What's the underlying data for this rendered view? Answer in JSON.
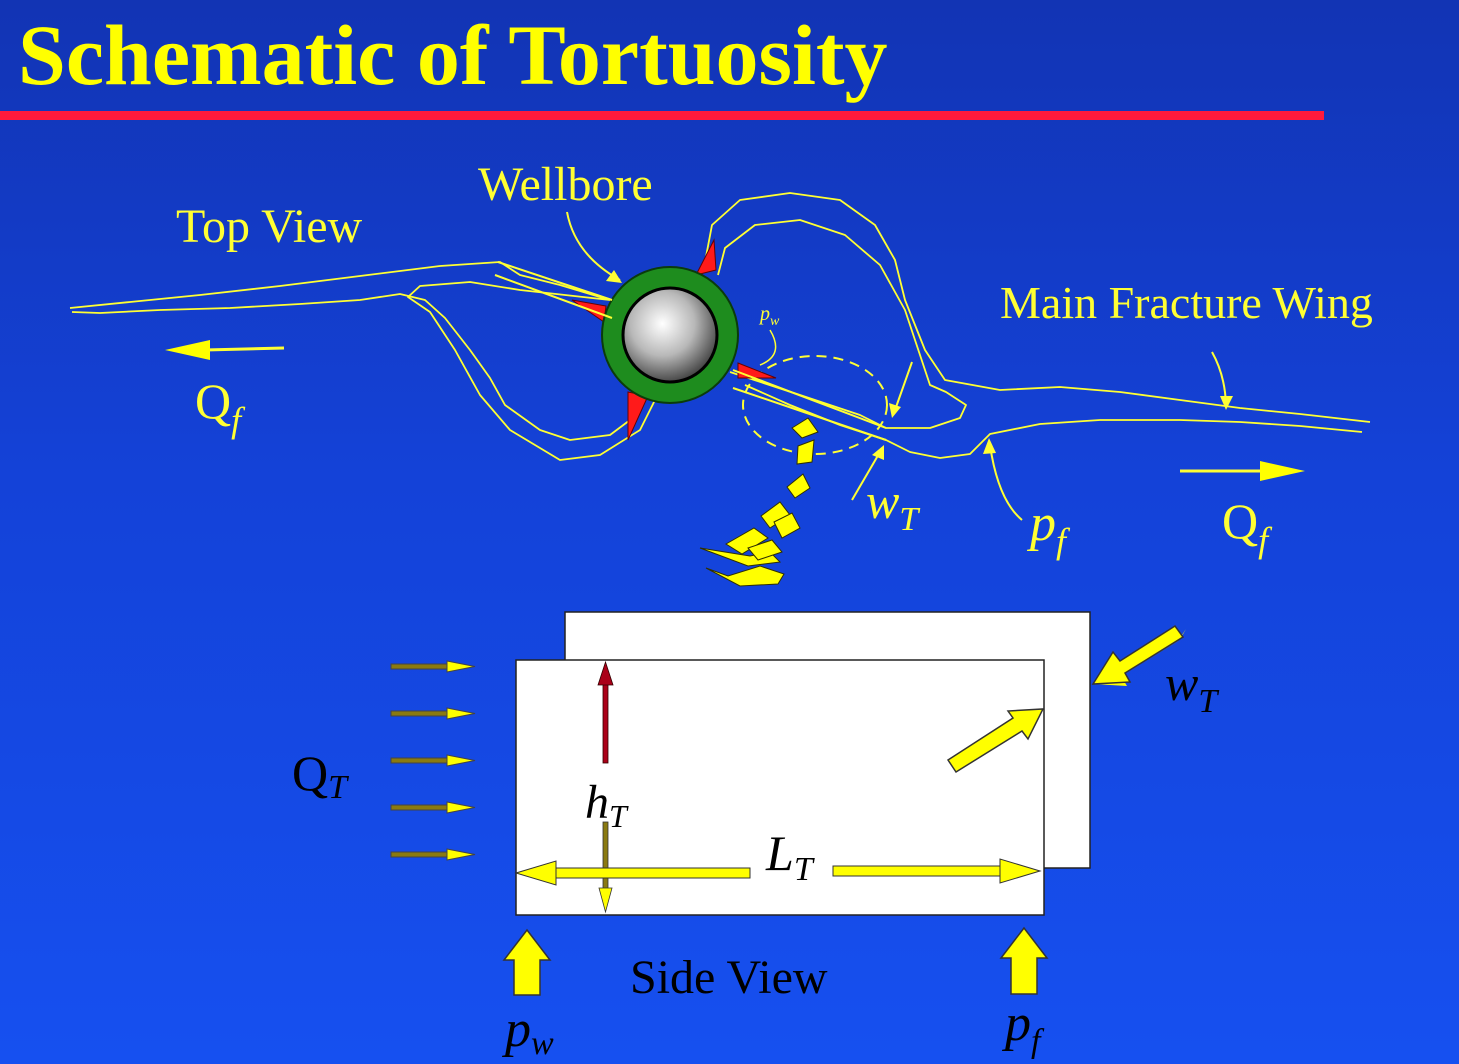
{
  "title": "Schematic of Tortuosity",
  "colors": {
    "background": "#1442d8",
    "title": "#ffff00",
    "rule": "#ff1a3c",
    "fracture_lines": "#ffff33",
    "wellbore_ring": "#1e8c1e",
    "perforations": "#ff1a1a",
    "side_panel": "#ffffff",
    "arrow_fill": "#ffff00",
    "height_arrow": "#aa0018"
  },
  "top_view": {
    "view_label": "Top View",
    "wellbore_label": "Wellbore",
    "wing_label": "Main Fracture Wing",
    "flow_left": {
      "main": "Q",
      "sub": "f"
    },
    "flow_right": {
      "main": "Q",
      "sub": "f"
    },
    "wellbore_pressure": {
      "main": "p",
      "sub": "w"
    },
    "fracture_pressure": {
      "main": "p",
      "sub": "f"
    },
    "tortuous_width": {
      "main": "w",
      "sub": "T"
    }
  },
  "side_view": {
    "view_label": "Side View",
    "flow": {
      "main": "Q",
      "sub": "T"
    },
    "height": {
      "main": "h",
      "sub": "T"
    },
    "length": {
      "main": "L",
      "sub": "T"
    },
    "width": {
      "main": "w",
      "sub": "T"
    },
    "pressure_in": {
      "main": "p",
      "sub": "w"
    },
    "pressure_out": {
      "main": "p",
      "sub": "f"
    }
  }
}
